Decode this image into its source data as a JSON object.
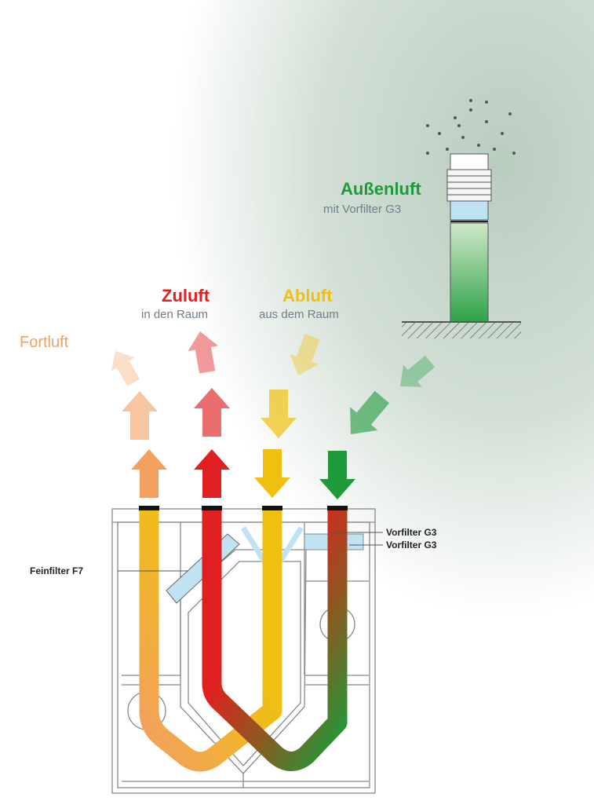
{
  "labels": {
    "aussenluft": "Außenluft",
    "aussenluft_sub": "mit Vorfilter G3",
    "zuluft": "Zuluft",
    "zuluft_sub": "in den Raum",
    "abluft": "Abluft",
    "abluft_sub": "aus dem Raum",
    "fortluft": "Fortluft",
    "feinfilter": "Feinfilter F7",
    "vorfilter_1": "Vorfilter G3",
    "vorfilter_2": "Vorfilter G3"
  },
  "colors": {
    "fortluft": "#f2a060",
    "zuluft": "#e02020",
    "abluft": "#f0c010",
    "aussenluft": "#1e9a3a",
    "filter": "#bfe3f2"
  }
}
